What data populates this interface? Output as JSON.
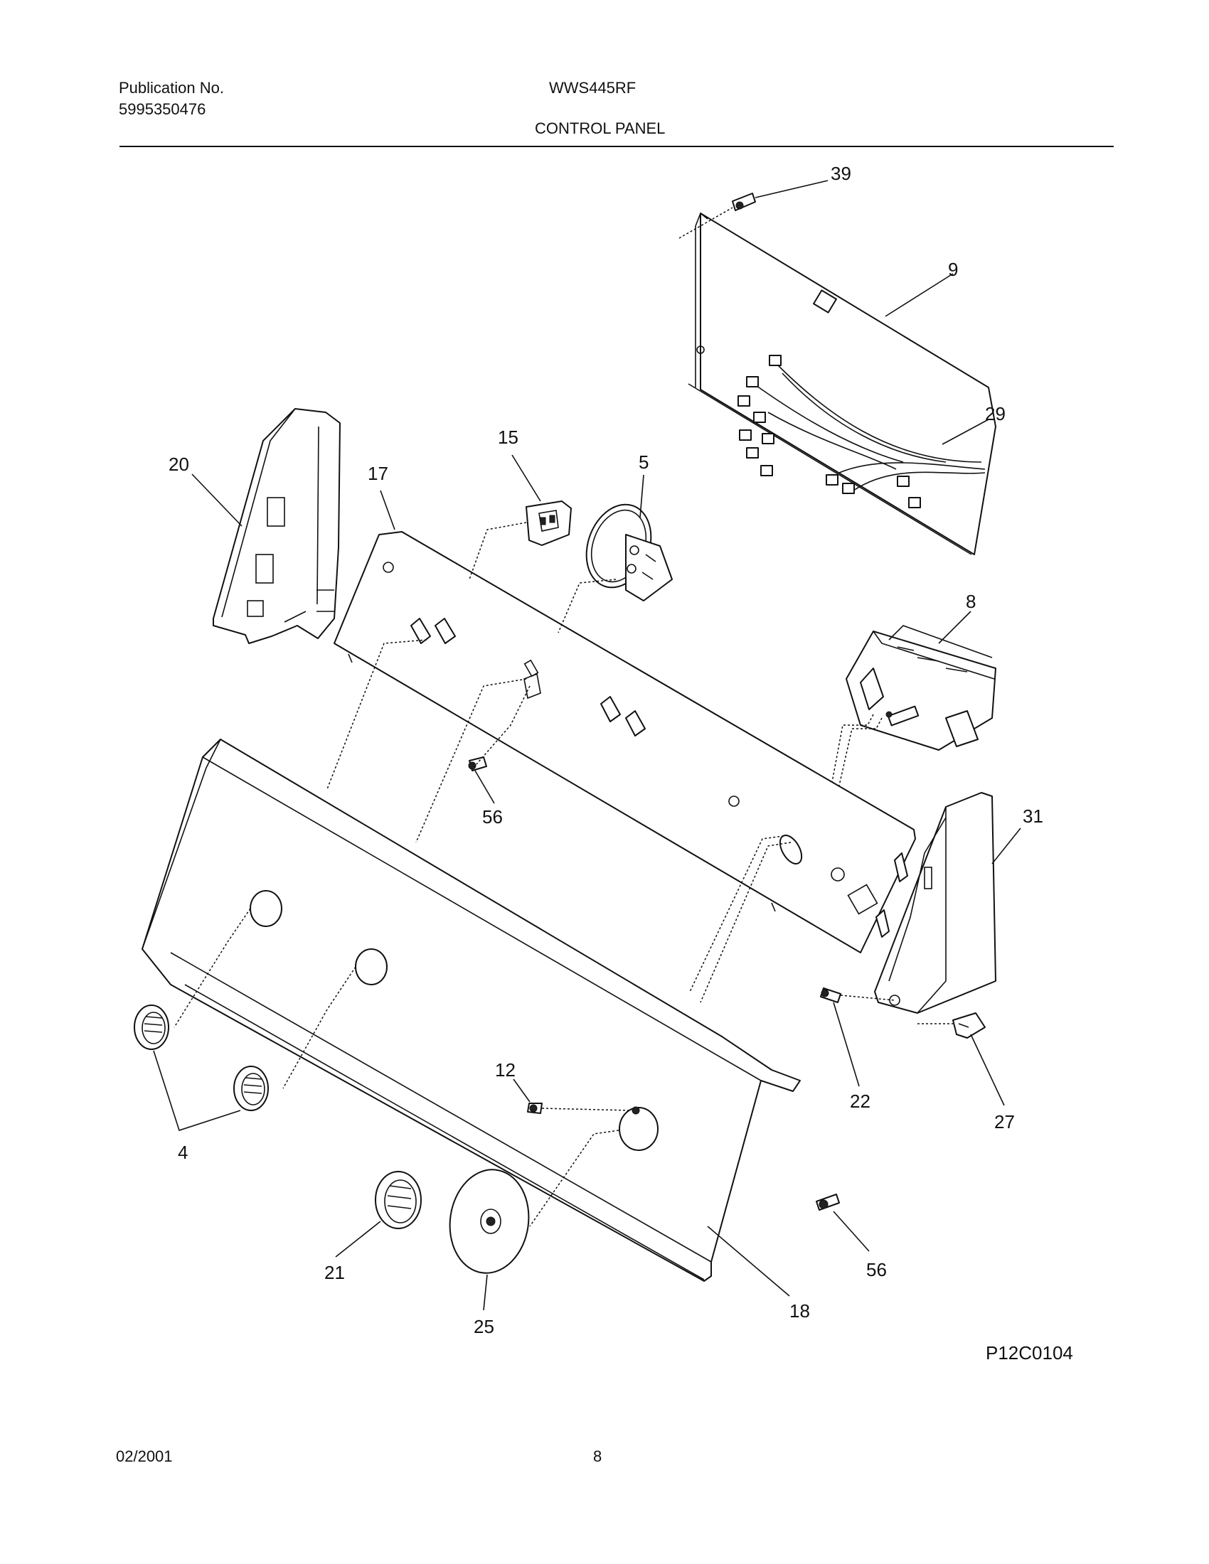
{
  "header": {
    "publication_label": "Publication No.",
    "publication_number": "5995350476",
    "model": "WWS445RF",
    "section_title": "CONTROL PANEL"
  },
  "diagram": {
    "callouts": {
      "p39": "39",
      "p9": "9",
      "p29": "29",
      "p20": "20",
      "p15": "15",
      "p5": "5",
      "p17": "17",
      "p8": "8",
      "p56a": "56",
      "p31": "31",
      "p12": "12",
      "p22": "22",
      "p27": "27",
      "p4": "4",
      "p21": "21",
      "p25": "25",
      "p18": "18",
      "p56b": "56"
    },
    "figure_code": "P12C0104"
  },
  "footer": {
    "date": "02/2001",
    "page": "8"
  }
}
